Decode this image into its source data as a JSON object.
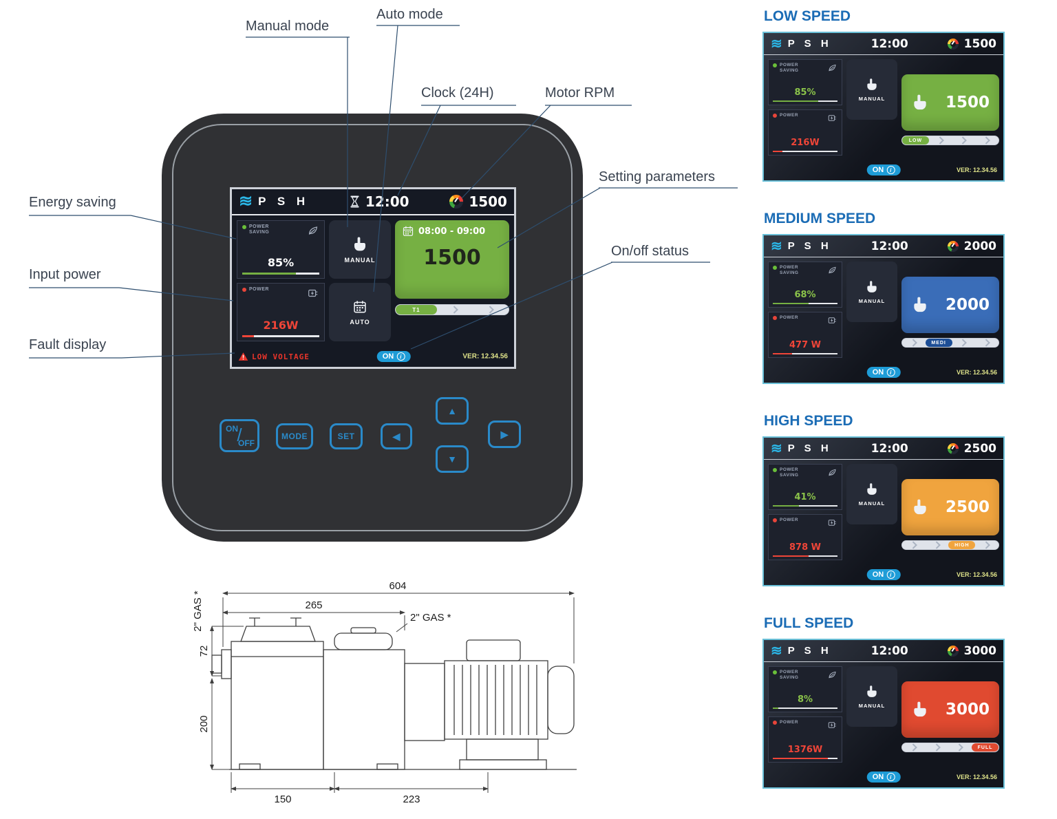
{
  "callouts": {
    "manual_mode": "Manual mode",
    "auto_mode": "Auto mode",
    "clock": "Clock (24H)",
    "motor_rpm": "Motor RPM",
    "setting_parameters": "Setting parameters",
    "on_off_status": "On/off status",
    "energy_saving": "Energy saving",
    "input_power": "Input power",
    "fault_display": "Fault display"
  },
  "icons": {
    "logo_waves": "≋"
  },
  "panel": {
    "screen": {
      "brand": "P S H",
      "time": "12:00",
      "rpm": "1500",
      "saving_label": "POWER SAVING",
      "saving_value": "85%",
      "saving_pct": 70,
      "power_label": "POWER",
      "power_value": "216W",
      "power_pct": 15,
      "manual_label": "MANUAL",
      "auto_label": "AUTO",
      "schedule_time": "08:00 - 09:00",
      "schedule_rpm": "1500",
      "schedule_color": "#76b043",
      "bar": [
        {
          "badge": "T1",
          "color": "#76b043"
        },
        {
          "chev": true
        },
        {
          "chev": true
        }
      ],
      "fault": "LOW VOLTAGE",
      "on_label": "ON",
      "version": "VER: 12.34.56"
    },
    "buttons": {
      "on": "ON",
      "slash": "/",
      "off": "OFF",
      "mode": "MODE",
      "set": "SET",
      "left": "◀",
      "up": "▲",
      "down": "▼",
      "right": "▶"
    }
  },
  "dimensions": {
    "total_length": "604",
    "partial_length": "265",
    "gas_top": "2\" GAS *",
    "gas_side": "2\" GAS *",
    "height_top": "72",
    "height_main": "200",
    "base_front": "150",
    "base_rear": "223"
  },
  "screens": [
    {
      "title": "LOW SPEED",
      "brand": "P S H",
      "time": "12:00",
      "rpm": "1500",
      "saving_label": "POWER SAVING",
      "saving_value": "85%",
      "saving_pct": 70,
      "power_label": "POWER",
      "power_value": "216W",
      "power_pct": 15,
      "manual_label": "MANUAL",
      "box_rpm": "1500",
      "accent": "#76b043",
      "bar": [
        {
          "badge": "LOW",
          "color": "#76b043"
        },
        {
          "chev": true
        },
        {
          "chev": true
        },
        {
          "chev": true
        }
      ],
      "on_label": "ON",
      "version": "VER: 12.34.56"
    },
    {
      "title": "MEDIUM SPEED",
      "brand": "P S H",
      "time": "12:00",
      "rpm": "2000",
      "saving_label": "POWER SAVING",
      "saving_value": "68%",
      "saving_pct": 55,
      "power_label": "POWER",
      "power_value": "477 W",
      "power_pct": 30,
      "manual_label": "MANUAL",
      "box_rpm": "2000",
      "accent": "#3a6db8",
      "bar": [
        {
          "chev": true
        },
        {
          "badge": "MEDI",
          "color": "#1d4e96"
        },
        {
          "chev": true
        },
        {
          "chev": true
        }
      ],
      "on_label": "ON",
      "version": "VER: 12.34.56"
    },
    {
      "title": "HIGH SPEED",
      "brand": "P S H",
      "time": "12:00",
      "rpm": "2500",
      "saving_label": "POWER SAVING",
      "saving_value": "41%",
      "saving_pct": 40,
      "power_label": "POWER",
      "power_value": "878 W",
      "power_pct": 55,
      "manual_label": "MANUAL",
      "box_rpm": "2500",
      "accent": "#f0a43e",
      "bar": [
        {
          "chev": true
        },
        {
          "chev": true
        },
        {
          "badge": "HIGH",
          "color": "#f0a43e"
        },
        {
          "chev": true
        }
      ],
      "on_label": "ON",
      "version": "VER: 12.34.56"
    },
    {
      "title": "FULL SPEED",
      "brand": "P S H",
      "time": "12:00",
      "rpm": "3000",
      "saving_label": "POWER SAVING",
      "saving_value": "8%",
      "saving_pct": 8,
      "power_label": "POWER",
      "power_value": "1376W",
      "power_pct": 85,
      "manual_label": "MANUAL",
      "box_rpm": "3000",
      "accent": "#e04a30",
      "bar": [
        {
          "chev": true
        },
        {
          "chev": true
        },
        {
          "chev": true
        },
        {
          "badge": "FULL",
          "color": "#e04a30"
        }
      ],
      "on_label": "ON",
      "version": "VER: 12.34.56"
    }
  ]
}
